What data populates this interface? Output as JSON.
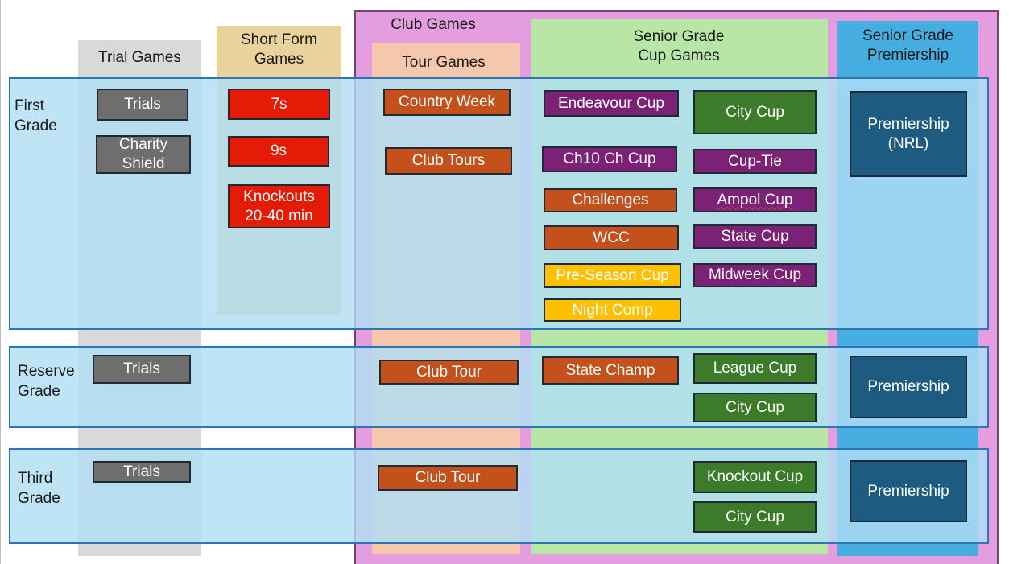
{
  "colors": {
    "trial_column": "#d9d9d9",
    "short_form_column": "#e9d29b",
    "club_games_frame": "#e49ee0",
    "tour_column": "#f5c8ad",
    "cup_column": "#b7e6a6",
    "premiership_column": "#46ade0",
    "row_band": "#b0def4",
    "row_border": "#2e75b6"
  },
  "headers": {
    "trial": "Trial Games",
    "short_form": "Short Form\nGames",
    "club_games": "Club Games",
    "tour": "Tour Games",
    "cup": "Senior Grade\nCup Games",
    "premiership": "Senior Grade\nPremiership"
  },
  "rows": {
    "first": "First\nGrade",
    "reserve": "Reserve\nGrade",
    "third": "Third\nGrade"
  },
  "first_grade": {
    "trials": "Trials",
    "charity_shield": "Charity\nShield",
    "sevens": "7s",
    "nines": "9s",
    "knockouts": "Knockouts\n20-40 min",
    "country_week": "Country Week",
    "club_tours": "Club Tours",
    "endeavour_cup": "Endeavour Cup",
    "city_cup": "City Cup",
    "ch10_cup": "Ch10 Ch Cup",
    "cup_tie": "Cup-Tie",
    "challenges": "Challenges",
    "ampol_cup": "Ampol Cup",
    "wcc": "WCC",
    "state_cup": "State Cup",
    "pre_season_cup": "Pre-Season Cup",
    "midweek_cup": "Midweek Cup",
    "night_comp": "Night Comp",
    "premiership": "Premiership\n(NRL)"
  },
  "reserve_grade": {
    "trials": "Trials",
    "club_tour": "Club Tour",
    "state_champ": "State Champ",
    "league_cup": "League Cup",
    "city_cup": "City Cup",
    "premiership": "Premiership"
  },
  "third_grade": {
    "trials": "Trials",
    "club_tour": "Club Tour",
    "knockout_cup": "Knockout Cup",
    "city_cup": "City Cup",
    "premiership": "Premiership"
  }
}
